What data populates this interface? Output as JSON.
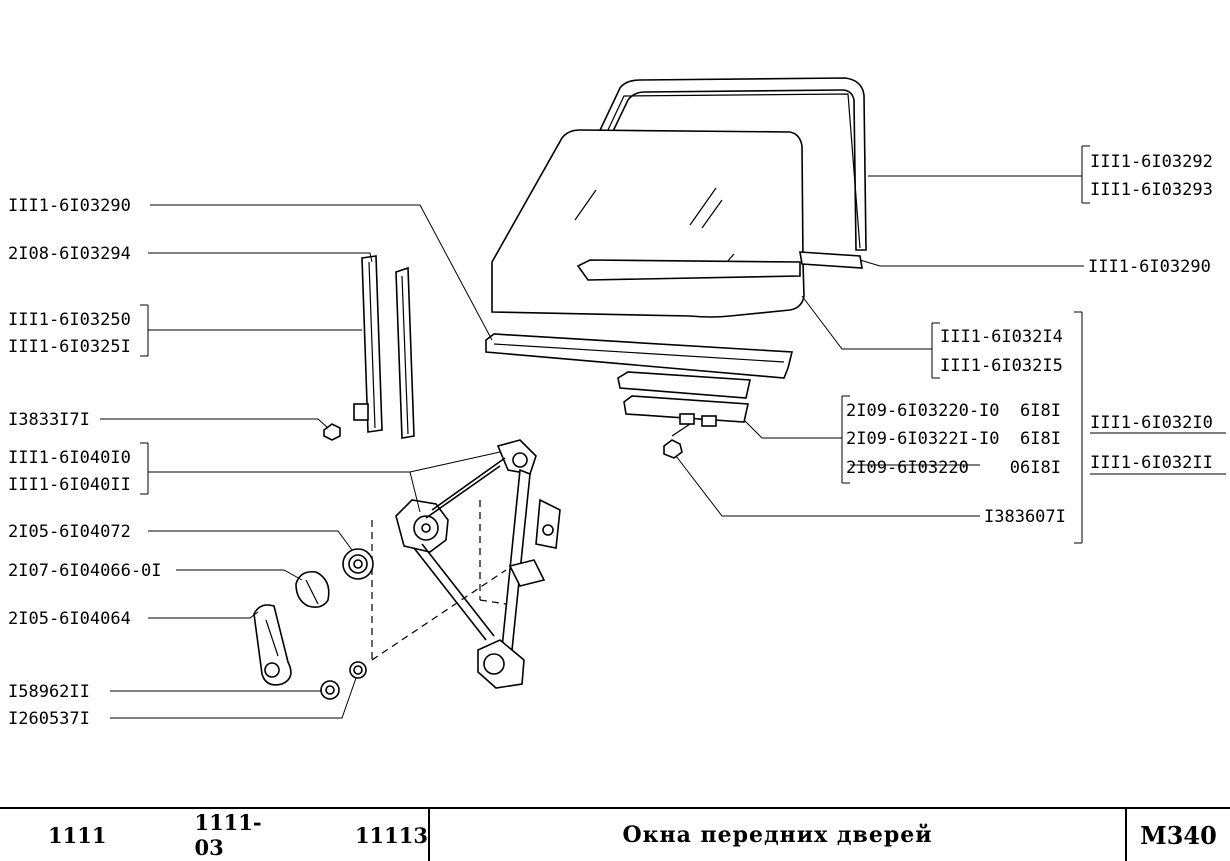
{
  "left_labels": [
    "III1-6I03290",
    "2I08-6I03294",
    "III1-6I03250",
    "III1-6I0325I",
    "I3833I7I",
    "III1-6I040I0",
    "III1-6I040II",
    "2I05-6I04072",
    "2I07-6I04066-0I",
    "2I05-6I04064",
    "I58962II",
    "I260537I"
  ],
  "right_labels": {
    "frame_seal_1": "III1-6I03292",
    "frame_seal_2": "III1-6I03293",
    "outer_seal": "III1-6I03290",
    "glass_1": "III1-6I032I4",
    "glass_2": "III1-6I032I5",
    "bracket_1": "2I09-6I03220-I0  6I8I",
    "bracket_2": "2I09-6I0322I-I0  6I8I",
    "bracket_3": "2I09-6I03220    06I8I",
    "bolt": "I383607I",
    "assembly_1": "III1-6I032I0",
    "assembly_2": "III1-6I032II"
  },
  "footer": {
    "model_1": "1111",
    "model_2": "1111-03",
    "model_3": "11113",
    "title": "Окна передних дверей",
    "code": "М340"
  }
}
